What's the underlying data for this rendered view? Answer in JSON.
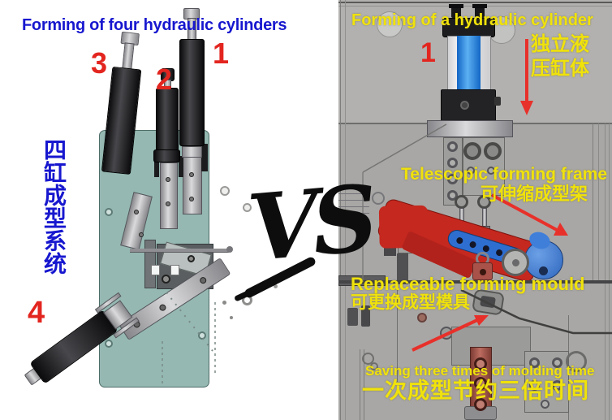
{
  "left": {
    "title": "Forming of four hydraulic cylinders",
    "system_label": "四缸成型系统",
    "numbers": [
      "1",
      "2",
      "3",
      "4"
    ]
  },
  "vs": {
    "label": "VS"
  },
  "right": {
    "title": "Forming of a hydraulic cylinder",
    "number": "1",
    "annotations": {
      "independent_cylinder_zh": "独立液压缸体",
      "telescopic_en": "Telescopic forming frame",
      "telescopic_zh": "可伸缩成型架",
      "mould_en": "Replaceable forming mould",
      "mould_zh": "可更换成型模具",
      "saving_en": "Saving three times of molding time",
      "saving_zh": "一次成型节约三倍时间"
    }
  },
  "colors": {
    "title_blue": "#1717cf",
    "number_red": "#e3251f",
    "annotation_yellow": "#f0e20b",
    "arrow_red": "#e8302a",
    "plate_teal": "#95b8b2",
    "cylinder_blue": "#2e9be8",
    "clamp_arm_red": "#c5281f",
    "clamp_arm_blue": "#3f7fd9",
    "right_background_gray": "#a8a7a5",
    "vs_black": "#0d0d0d"
  }
}
